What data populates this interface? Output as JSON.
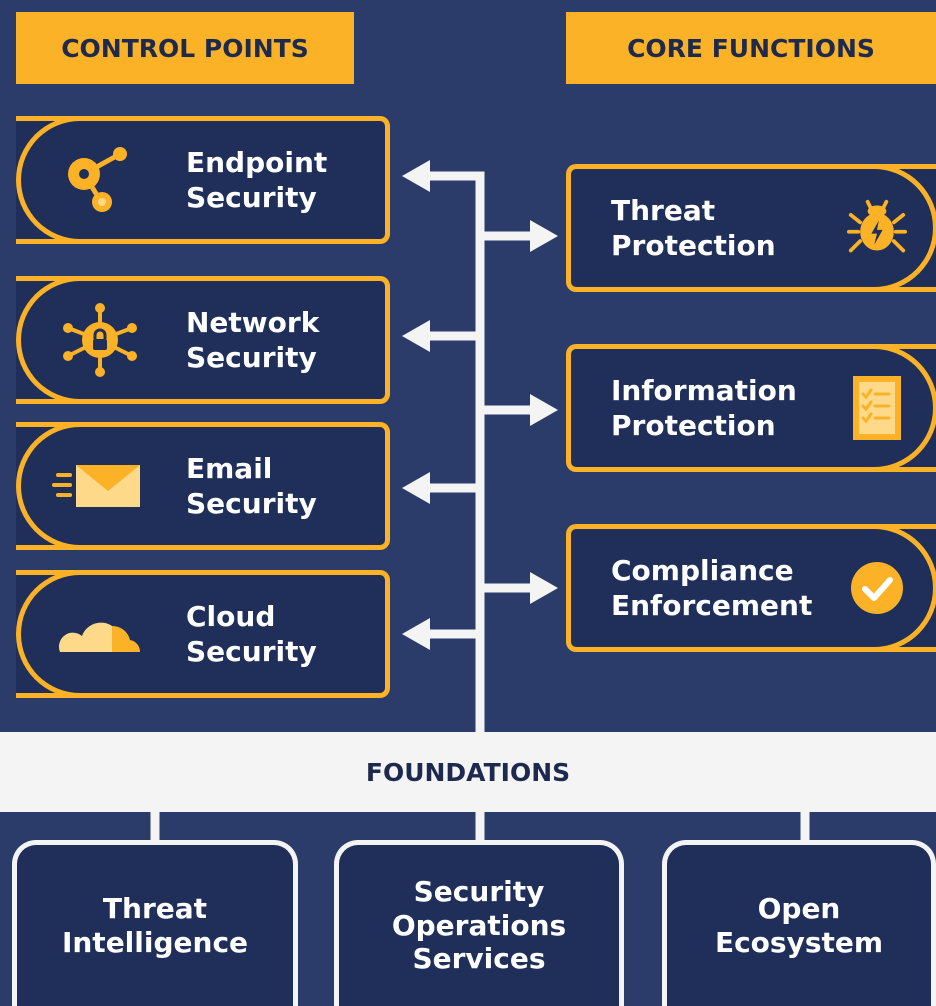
{
  "headers": {
    "control_points": "CONTROL POINTS",
    "core_functions": "CORE FUNCTIONS"
  },
  "control_points": [
    {
      "label": "Endpoint\nSecurity",
      "icon": "endpoint-node-icon"
    },
    {
      "label": "Network\nSecurity",
      "icon": "network-lock-icon"
    },
    {
      "label": "Email\nSecurity",
      "icon": "email-icon"
    },
    {
      "label": "Cloud\nSecurity",
      "icon": "cloud-icon"
    }
  ],
  "core_functions": [
    {
      "label": "Threat\nProtection",
      "icon": "bug-icon"
    },
    {
      "label": "Information\nProtection",
      "icon": "checklist-icon"
    },
    {
      "label": "Compliance\nEnforcement",
      "icon": "check-circle-icon"
    }
  ],
  "foundations": {
    "title": "FOUNDATIONS",
    "items": [
      {
        "label": "Threat\nIntelligence"
      },
      {
        "label": "Security\nOperations\nServices"
      },
      {
        "label": "Open\nEcosystem"
      }
    ]
  },
  "colors": {
    "background": "#2c3c6a",
    "box_fill": "#1f2f5a",
    "accent": "#fbb226",
    "accent_light": "#ffd98a",
    "connector": "#f4f4f4"
  }
}
